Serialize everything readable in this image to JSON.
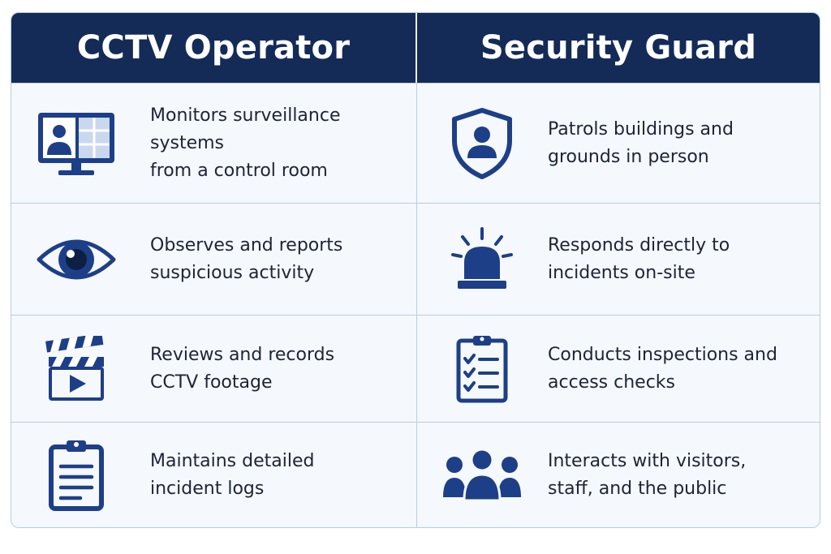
{
  "header": {
    "left_title": "CCTV Operator",
    "right_title": "Security Guard"
  },
  "colors": {
    "header_bg": "#142b57",
    "icon_primary": "#1d3f87",
    "cell_bg": "#f5f8fc",
    "divider": "#b9cde3",
    "text": "#1d2435"
  },
  "rows": [
    {
      "left": {
        "icon": "monitor-camera-icon",
        "text": "Monitors surveillance systems\nfrom a control room"
      },
      "right": {
        "icon": "shield-person-icon",
        "text": "Patrols buildings and\ngrounds in person"
      }
    },
    {
      "left": {
        "icon": "eye-icon",
        "text": "Observes and reports\nsuspicious activity"
      },
      "right": {
        "icon": "siren-alarm-icon",
        "text": "Responds directly to\nincidents on-site"
      }
    },
    {
      "left": {
        "icon": "clapperboard-play-icon",
        "text": "Reviews and records\nCCTV footage"
      },
      "right": {
        "icon": "checklist-clipboard-icon",
        "text": "Conducts inspections and\naccess checks"
      }
    },
    {
      "left": {
        "icon": "log-clipboard-icon",
        "text": "Maintains detailed\nincident logs"
      },
      "right": {
        "icon": "people-group-icon",
        "text": "Interacts with visitors,\nstaff, and the public"
      }
    }
  ]
}
